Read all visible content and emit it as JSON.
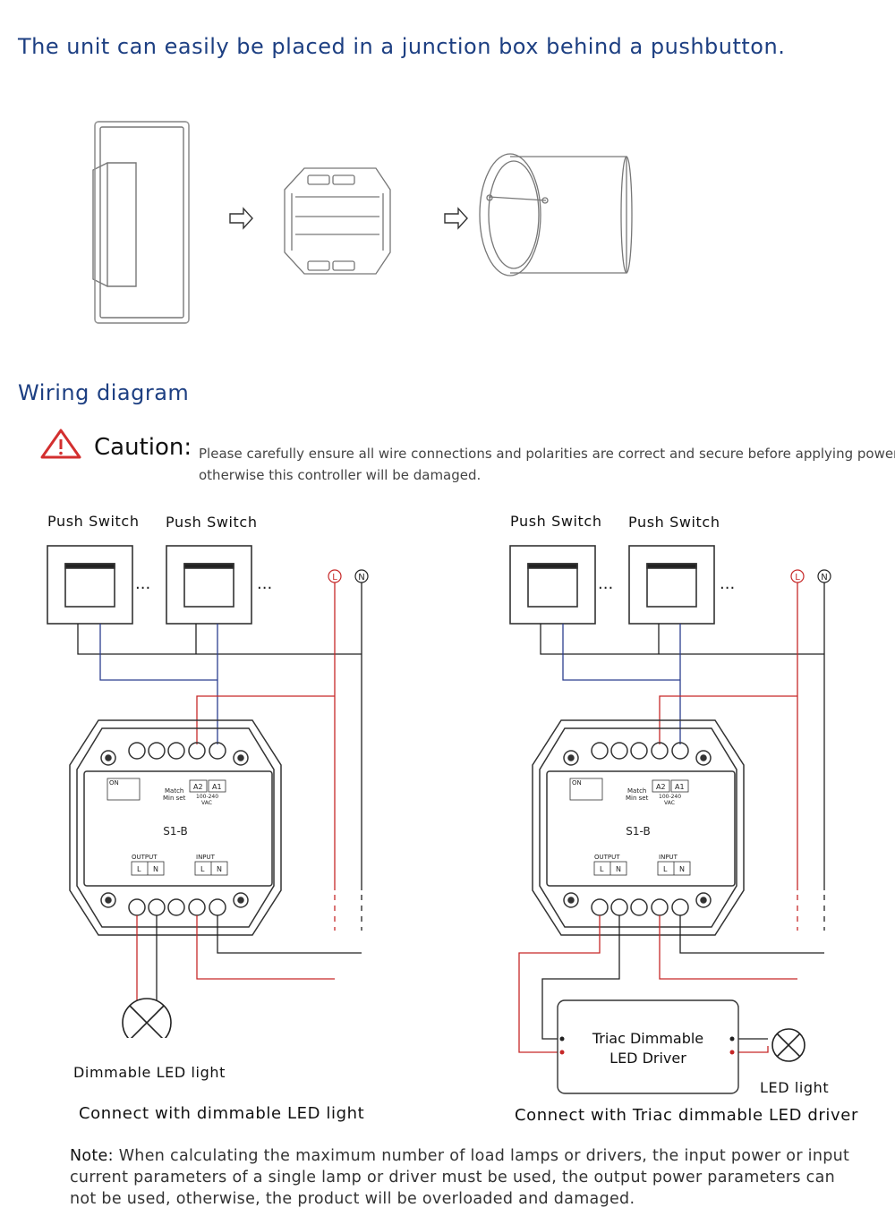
{
  "header": {
    "title": "The unit can easily be placed in a junction box behind a pushbutton."
  },
  "wiring": {
    "title": "Wiring diagram",
    "caution_label": "Caution:",
    "caution_text_line1": "Please carefully ensure all wire connections and polarities are correct and secure before applying power,",
    "caution_text_line2": "otherwise this controller will be damaged."
  },
  "left_diagram": {
    "switch1_label": "Push Switch",
    "switch2_label": "Push Switch",
    "ellipsis": "...",
    "l_label": "L",
    "n_label": "N",
    "model": "S1-B",
    "output_label": "OUTPUT",
    "input_label": "INPUT",
    "a2": "A2",
    "a1": "A1",
    "vac": "100-240",
    "vac2": "VAC",
    "match": "Match",
    "minset": "Min set",
    "push": "Push",
    "switch": "Switch",
    "on": "ON",
    "term_l": "L",
    "term_n": "N",
    "light_label": "Dimmable LED light",
    "caption": "Connect with dimmable LED light"
  },
  "right_diagram": {
    "switch1_label": "Push Switch",
    "switch2_label": "Push Switch",
    "ellipsis": "...",
    "l_label": "L",
    "n_label": "N",
    "model": "S1-B",
    "output_label": "OUTPUT",
    "input_label": "INPUT",
    "a2": "A2",
    "a1": "A1",
    "vac": "100-240",
    "vac2": "VAC",
    "match": "Match",
    "minset": "Min set",
    "push": "Push",
    "switch": "Switch",
    "on": "ON",
    "term_l": "L",
    "term_n": "N",
    "driver_line1": "Triac Dimmable",
    "driver_line2": "LED Driver",
    "light_label": "LED light",
    "caption": "Connect with Triac dimmable LED driver"
  },
  "note": {
    "label": "Note:",
    "text": "When calculating the maximum number of load lamps or drivers, the input power or input current parameters of a single lamp or driver must be used, the output power parameters can not be used, otherwise, the product will be overloaded and damaged."
  },
  "colors": {
    "title_blue": "#1d3f82",
    "wire_red": "#c62828",
    "wire_blue": "#2b3e8f",
    "wire_black": "#222222",
    "caution_red": "#d32f2f"
  }
}
